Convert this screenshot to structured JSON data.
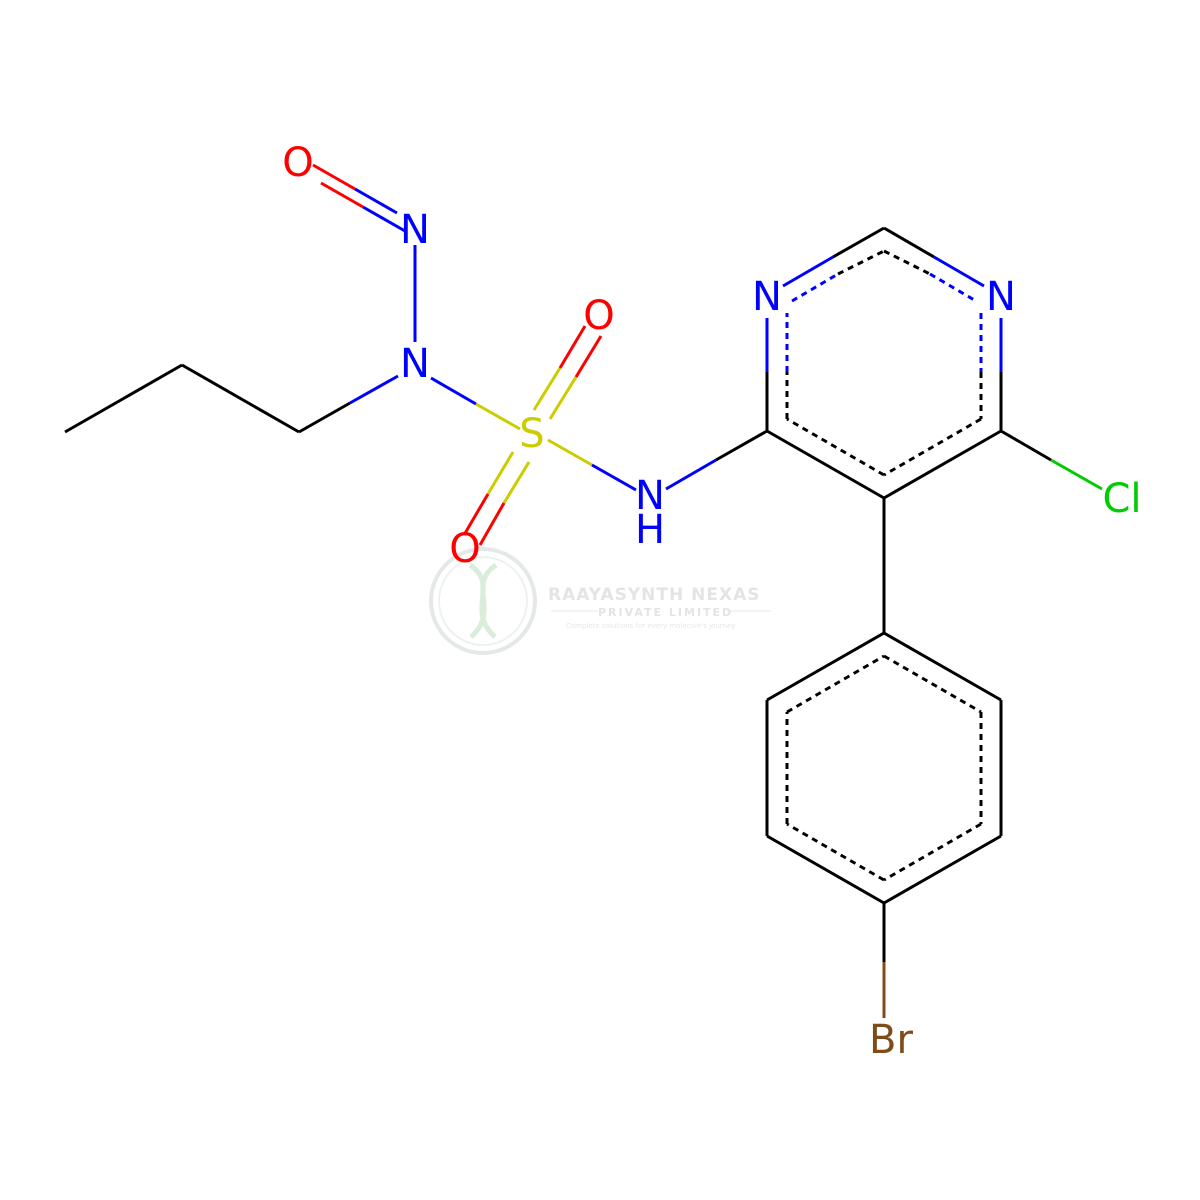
{
  "colors": {
    "carbon": "#000000",
    "nitrogen": "#0000FF",
    "oxygen": "#FF0000",
    "sulfur": "#CCCC00",
    "chlorine": "#00CC00",
    "bromine": "#7F4C19",
    "watermark": "#dfe3e2"
  },
  "atoms": {
    "o_nitroso": "O",
    "n_nitroso": "N",
    "n_amine": "N",
    "s": "S",
    "o_sulfonyl_top": "O",
    "o_sulfonyl_bottom": "O",
    "n_h": "N",
    "h": "H",
    "n_ring_left": "N",
    "n_ring_right": "N",
    "cl": "Cl",
    "br": "Br"
  },
  "watermark": {
    "name": "RAAYASYNTH NEXAS",
    "sub": "PRIVATE LIMITED",
    "tagline": "Complete solutions for every molecule's journey"
  }
}
